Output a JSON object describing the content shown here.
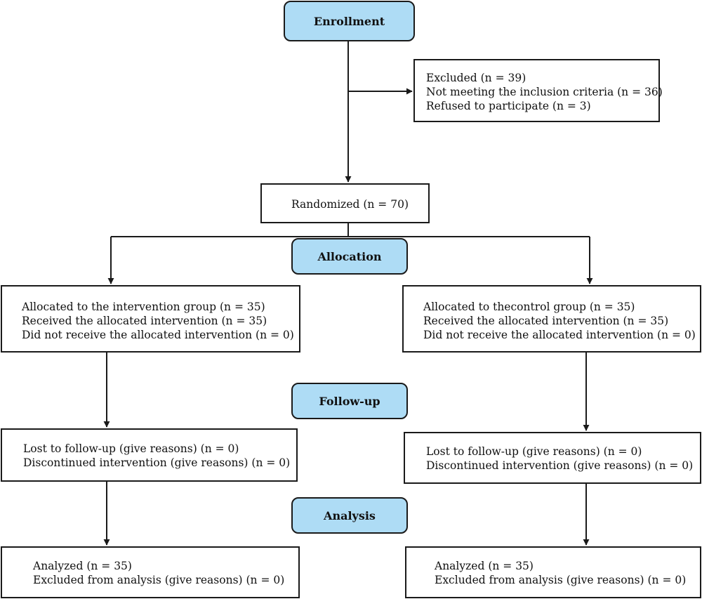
{
  "colors": {
    "stage_fill": "#aedcf5",
    "line": "#1a1a1a",
    "box_fill": "#ffffff"
  },
  "stages": {
    "enrollment": "Enrollment",
    "allocation": "Allocation",
    "followup": "Follow-up",
    "analysis": "Analysis"
  },
  "excluded": {
    "lines": [
      "Excluded (n = 39)",
      "Not meeting the inclusion criteria (n = 36)",
      "Refused to participate (n = 3)"
    ]
  },
  "randomized": "Randomized (n = 70)",
  "intervention": {
    "allocation": [
      "Allocated to the intervention group (n = 35)",
      "Received the allocated intervention (n = 35)",
      "Did not receive the allocated intervention (n = 0)"
    ],
    "followup": [
      "Lost to follow-up (give reasons) (n = 0)",
      "Discontinued intervention (give reasons) (n = 0)"
    ],
    "analysis": [
      "Analyzed (n = 35)",
      "Excluded from analysis (give reasons) (n = 0)"
    ]
  },
  "control": {
    "allocation": [
      "Allocated to thecontrol group (n = 35)",
      "Received the allocated intervention (n = 35)",
      "Did not receive the allocated intervention (n = 0)"
    ],
    "followup": [
      "Lost to follow-up (give reasons) (n = 0)",
      "Discontinued intervention (give reasons) (n = 0)"
    ],
    "analysis": [
      "Analyzed (n = 35)",
      "Excluded from analysis (give reasons) (n = 0)"
    ]
  }
}
